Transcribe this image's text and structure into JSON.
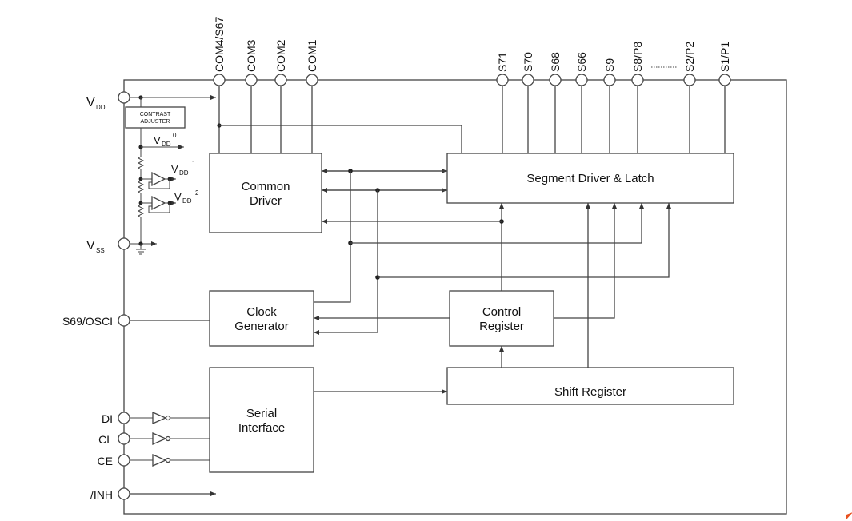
{
  "left_pins": {
    "vdd": {
      "main": "V",
      "sub": "DD"
    },
    "vss": {
      "main": "V",
      "sub": "SS"
    },
    "osc": "S69/OSCI",
    "di": "DI",
    "cl": "CL",
    "ce": "CE",
    "inh": "/INH"
  },
  "top_pins": {
    "com4": "COM4/S67",
    "com3": "COM3",
    "com2": "COM2",
    "com1": "COM1",
    "s71": "S71",
    "s70": "S70",
    "s68": "S68",
    "s66": "S66",
    "s9": "S9",
    "s8": "S8/P8",
    "s2": "S2/P2",
    "s1": "S1/P1"
  },
  "contrast": {
    "line1": "CONTRAST",
    "line2": "ADJUSTER"
  },
  "vdd_taps": [
    {
      "main": "V",
      "sub": "DD",
      "sup": "0"
    },
    {
      "main": "V",
      "sub": "DD",
      "sup": "1"
    },
    {
      "main": "V",
      "sub": "DD",
      "sup": "2"
    }
  ],
  "blocks": {
    "common_driver": [
      "Common",
      "Driver"
    ],
    "segment_driver": "Segment Driver & Latch",
    "clock_generator": [
      "Clock",
      "Generator"
    ],
    "control_register": [
      "Control",
      "Register"
    ],
    "serial_interface": [
      "Serial",
      "Interface"
    ],
    "shift_register": "Shift Register"
  },
  "colors": {
    "line": "#444444",
    "accent_mark": "#e8501e"
  }
}
